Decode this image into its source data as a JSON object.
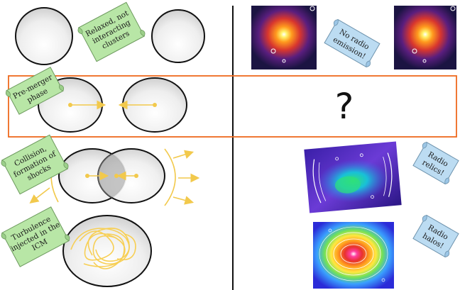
{
  "scrolls": {
    "relaxed": {
      "lines": [
        "Relaxed, not",
        "interacting",
        "clusters"
      ],
      "color": "#b8e6a6"
    },
    "premerger": {
      "lines": [
        "Pre-merger",
        "phase"
      ],
      "color": "#b8e6a6"
    },
    "collision": {
      "lines": [
        "Collision,",
        "formation of",
        "shocks"
      ],
      "color": "#b8e6a6"
    },
    "turbulence": {
      "lines": [
        "Turbulence",
        "injected in the",
        "ICM"
      ],
      "color": "#b8e6a6"
    },
    "no_radio": {
      "lines": [
        "No radio",
        "emission!"
      ],
      "color": "#bcdcf2"
    },
    "relics": {
      "lines": [
        "Radio",
        "relics!"
      ],
      "color": "#bcdcf2"
    },
    "halos": {
      "lines": [
        "Radio",
        "halos!"
      ],
      "color": "#bcdcf2"
    }
  },
  "question_mark": "?",
  "colors": {
    "highlight_box": "#ee6a1e",
    "arrows": "#f2c94c",
    "divider": "#111111",
    "turbulence": "#f7cf55"
  },
  "icons": {
    "xray_image": "x-ray-cluster-image",
    "relic_image": "radio-relic-image",
    "halo_image": "radio-halo-image"
  }
}
